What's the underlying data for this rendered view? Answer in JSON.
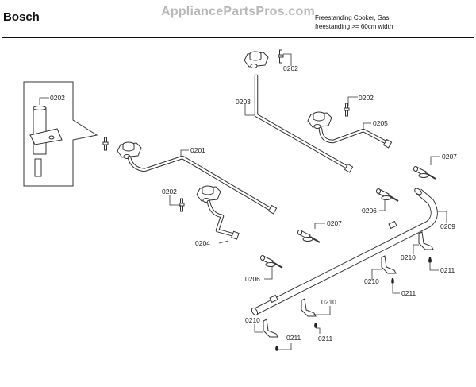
{
  "header": {
    "brand": "Bosch",
    "watermark": "AppliancePartsPros.com",
    "subtitle_line1": "Freestanding Cooker, Gas",
    "subtitle_line2": "freestanding >= 60cm width"
  },
  "labels": {
    "detail_0202": "0202",
    "p0201": "0201",
    "p0202_a": "0202",
    "p0202_b": "0202",
    "p0202_c": "0202",
    "p0203": "0203",
    "p0204": "0204",
    "p0205": "0205",
    "p0206_a": "0206",
    "p0206_b": "0206",
    "p0207_a": "0207",
    "p0207_b": "0207",
    "p0209": "0209",
    "p0210_a": "0210",
    "p0210_b": "0210",
    "p0210_c": "0210",
    "p0210_d": "0210",
    "p0211_a": "0211",
    "p0211_b": "0211",
    "p0211_c": "0211",
    "p0211_d": "0211"
  }
}
